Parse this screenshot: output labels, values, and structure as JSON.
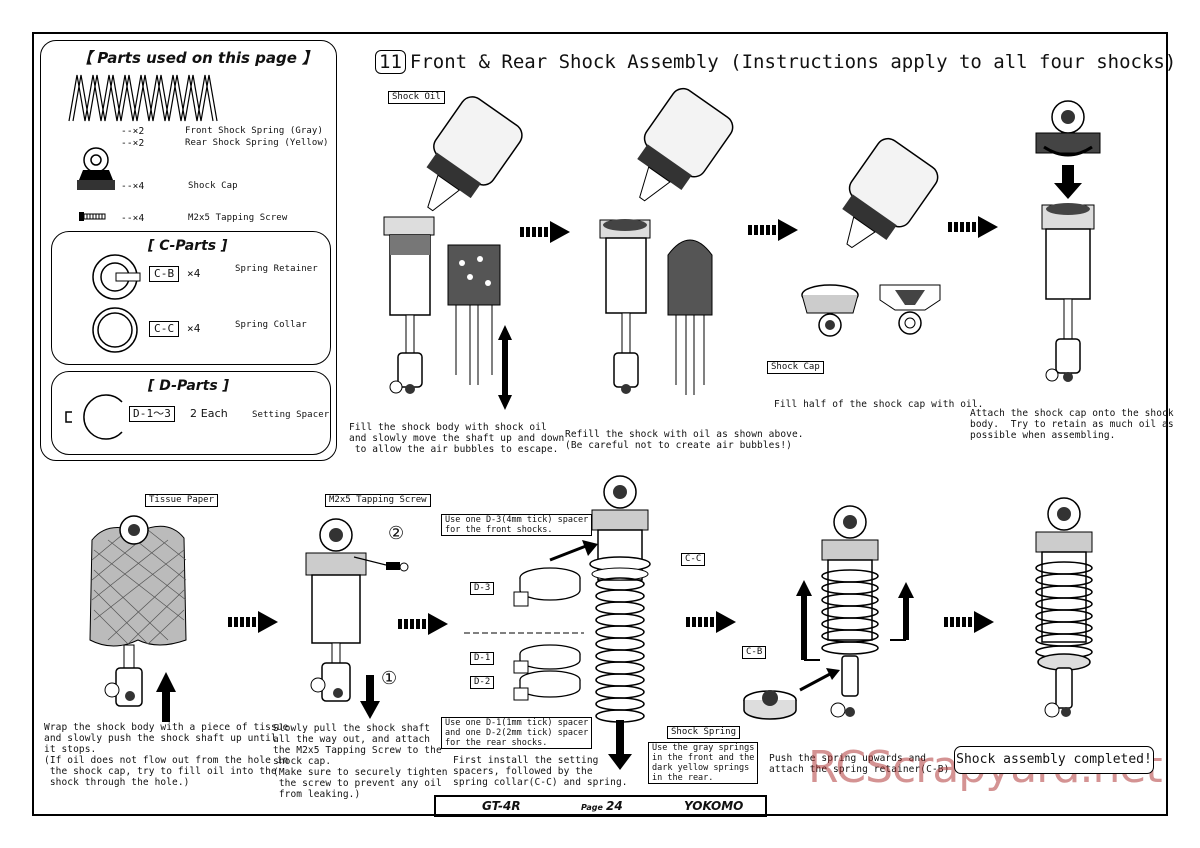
{
  "parts": {
    "header": "【 Parts used on this page 】",
    "spring_qty1": "--×2",
    "spring_qty2": "--×2",
    "spring_label1": "Front Shock Spring (Gray)",
    "spring_label2": "Rear Shock Spring (Yellow)",
    "cap_qty": "--×4",
    "cap_label": "Shock Cap",
    "screw_qty": "--×4",
    "screw_label": "M2x5 Tapping Screw",
    "c_header": "[ C-Parts ]",
    "cb_code": "C-B",
    "cb_qty": "×4",
    "cb_label": "Spring Retainer",
    "cc_code": "C-C",
    "cc_qty": "×4",
    "cc_label": "Spring Collar",
    "d_header": "[ D-Parts ]",
    "d_code": "D-1～3",
    "d_qty": "2 Each",
    "d_label": "Setting Spacer"
  },
  "title": {
    "num": "11",
    "text": "Front & Rear Shock Assembly (Instructions apply to all four shocks)"
  },
  "labels": {
    "shock_oil": "Shock Oil",
    "shock_cap": "Shock Cap",
    "tissue_paper": "Tissue Paper",
    "tapping_screw": "M2x5 Tapping Screw",
    "cc": "C-C",
    "d3": "D-3",
    "d1": "D-1",
    "d2": "D-2",
    "cb": "C-B",
    "shock_spring": "Shock Spring",
    "num1": "①",
    "num2": "②"
  },
  "text": {
    "step1": "Fill the shock body with shock oil\nand slowly move the shaft up and down\n to allow the air bubbles to escape.",
    "step2": "Refill the shock with oil as shown above.\n(Be careful not to create air bubbles!)",
    "step3": "Fill half of the shock cap with oil.",
    "step4": "Attach the shock cap onto the shock\nbody.  Try to retain as much oil as\npossible when assembling.",
    "step5": "Wrap the shock body with a piece of tissue\nand slowly push the shock shaft up until\nit stops.\n(If oil does not flow out from the hole in\n the shock cap, try to fill oil into the\n shock through the hole.)",
    "step6": "Slowly pull the shock shaft\nall the way out, and attach\nthe M2x5 Tapping Screw to the\nshock cap.\n(Make sure to securely tighten\n the screw to prevent any oil\n from leaking.)",
    "front_spacer": "Use one D-3(4mm tick) spacer\nfor the front shocks.",
    "rear_spacer": "Use one D-1(1mm tick) spacer\nand one D-2(2mm tick) spacer\nfor the rear shocks.",
    "step7": "First install the setting\nspacers, followed by the\nspring collar(C-C) and spring.",
    "spring_note": "Use the gray springs\nin the front and the\ndark yellow springs\nin the rear.",
    "step8": "Push the spring upwards and\nattach the spring retainer(C-B)",
    "completed": "Shock assembly completed!"
  },
  "footer": {
    "model": "GT-4R",
    "page_word": "Page",
    "page_num": "24",
    "brand": "YOKOMO"
  },
  "watermark": "RCScrapyard.net"
}
